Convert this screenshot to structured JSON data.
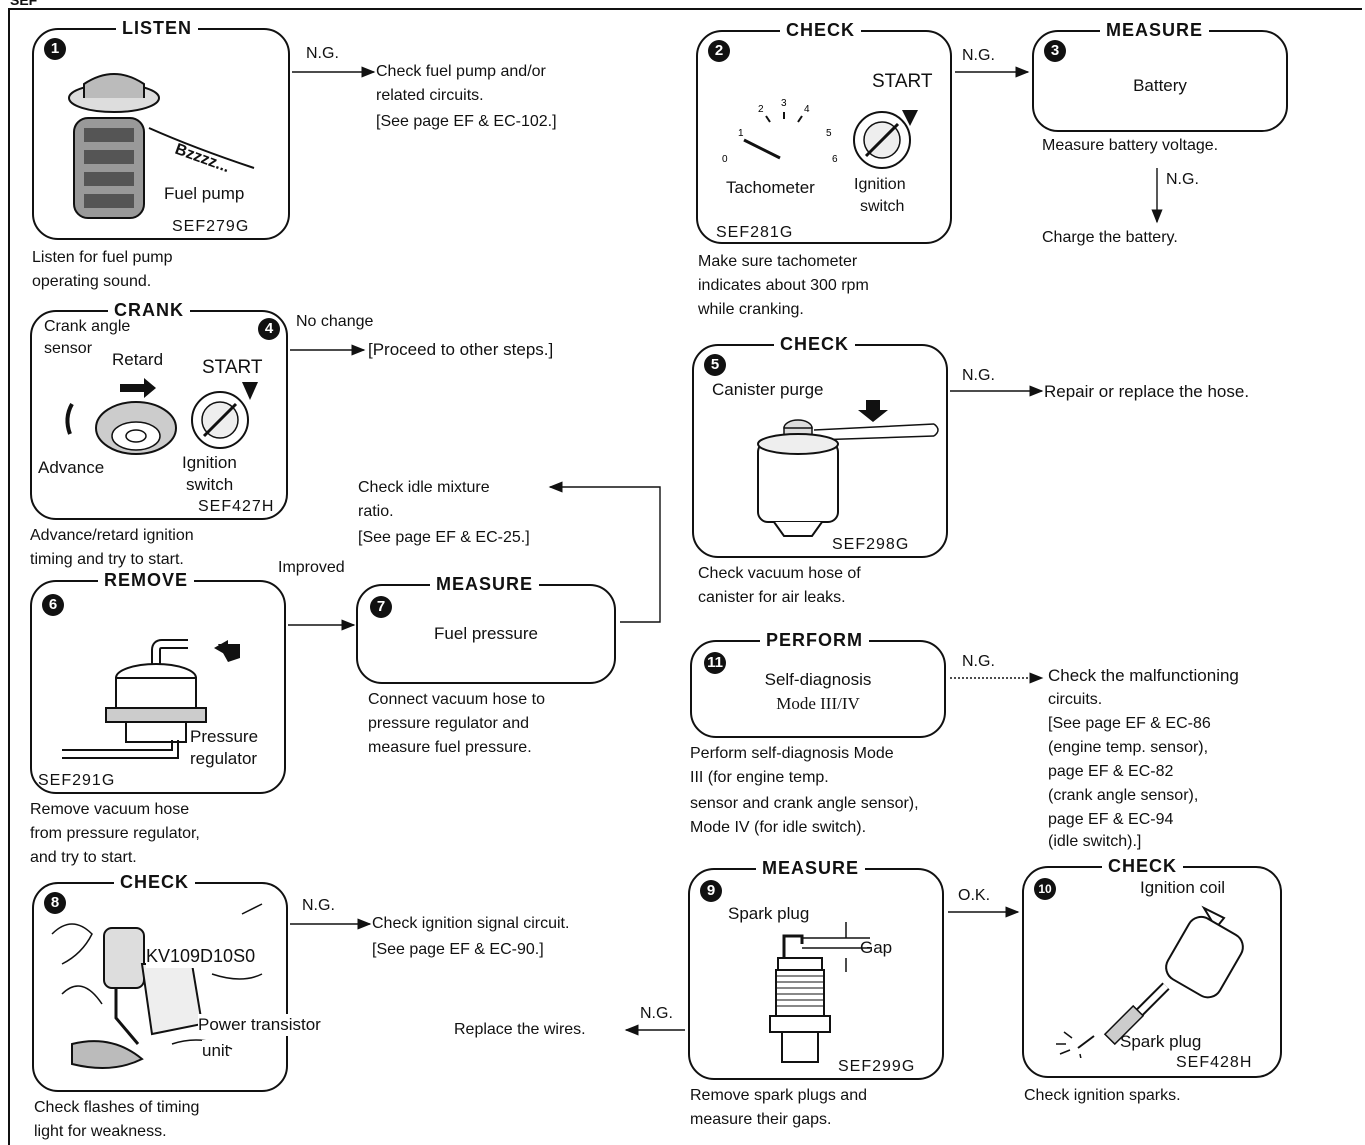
{
  "page_mark": "SEF",
  "steps": {
    "s1": {
      "num": "1",
      "title": "LISTEN",
      "img_label": "Fuel pump",
      "code": "SEF279G",
      "caption": [
        "Listen for fuel pump",
        "operating sound."
      ]
    },
    "s2": {
      "num": "2",
      "title": "CHECK",
      "start": "START",
      "tacho": "Tachometer",
      "ign": [
        "Ignition",
        "switch"
      ],
      "code": "SEF281G",
      "caption": [
        "Make sure tachometer",
        "indicates about 300 rpm",
        "while cranking."
      ]
    },
    "s3": {
      "num": "3",
      "title": "MEASURE",
      "body": "Battery",
      "caption": "Measure battery voltage."
    },
    "s4": {
      "num": "4",
      "title": "CRANK",
      "sensor": [
        "Crank angle",
        "sensor"
      ],
      "retard": "Retard",
      "start": "START",
      "advance": "Advance",
      "ign": [
        "Ignition",
        "switch"
      ],
      "code": "SEF427H",
      "caption": [
        "Advance/retard ignition",
        "timing and try to start."
      ]
    },
    "s5": {
      "num": "5",
      "title": "CHECK",
      "label": "Canister purge",
      "code": "SEF298G",
      "caption": [
        "Check vacuum hose of",
        "canister for air leaks."
      ]
    },
    "s6": {
      "num": "6",
      "title": "REMOVE",
      "label": [
        "Pressure",
        "regulator"
      ],
      "code": "SEF291G",
      "caption": [
        "Remove vacuum hose",
        "from pressure regulator,",
        "and try to start."
      ]
    },
    "s7": {
      "num": "7",
      "title": "MEASURE",
      "body": "Fuel pressure",
      "caption": [
        "Connect vacuum hose to",
        "pressure regulator and",
        "measure fuel pressure."
      ]
    },
    "s8": {
      "num": "8",
      "title": "CHECK",
      "tool": "KV109D10S0",
      "power": [
        "Power transistor",
        "unit"
      ],
      "caption": [
        "Check flashes of timing",
        "light for weakness."
      ]
    },
    "s9": {
      "num": "9",
      "title": "MEASURE",
      "plug": "Spark plug",
      "gap": "Gap",
      "code": "SEF299G",
      "caption": [
        "Remove spark plugs and",
        "measure their gaps."
      ]
    },
    "s10": {
      "num": "10",
      "title": "CHECK",
      "coil": "Ignition coil",
      "plug": "Spark plug",
      "code": "SEF428H",
      "caption": "Check ignition sparks."
    },
    "s11": {
      "num": "11",
      "title": "PERFORM",
      "body": [
        "Self-diagnosis",
        "Mode III/IV"
      ],
      "caption": [
        "Perform self-diagnosis Mode",
        "III (for engine temp.",
        "sensor and crank angle sensor),",
        "Mode IV (for idle switch)."
      ]
    }
  },
  "arrows": {
    "a1": {
      "label": "N.G.",
      "text": [
        "Check fuel pump and/or",
        "related circuits.",
        "[See page EF & EC-102.]"
      ]
    },
    "a2": {
      "label": "N.G."
    },
    "a3": {
      "label": "N.G.",
      "text": "Charge the battery."
    },
    "a4": {
      "label": "No change",
      "text": "[Proceed to other steps.]"
    },
    "a5": {
      "label": "N.G.",
      "text": "Repair or replace the hose."
    },
    "a6": {
      "label": "Improved"
    },
    "a7": {
      "text": [
        "Check idle mixture",
        "ratio.",
        "[See page EF & EC-25.]"
      ]
    },
    "a8": {
      "label": "N.G.",
      "text": [
        "Check ignition signal circuit.",
        "[See page EF & EC-90.]"
      ]
    },
    "a9": {
      "label": "N.G.",
      "text": "Replace the wires."
    },
    "a10": {
      "label": "O.K."
    },
    "a11": {
      "label": "N.G.",
      "text": [
        "Check the malfunctioning",
        "circuits.",
        "[See page EF & EC-86",
        "(engine temp. sensor),",
        "page EF & EC-82",
        "(crank angle sensor),",
        "page EF & EC-94",
        "(idle switch).]"
      ]
    }
  }
}
